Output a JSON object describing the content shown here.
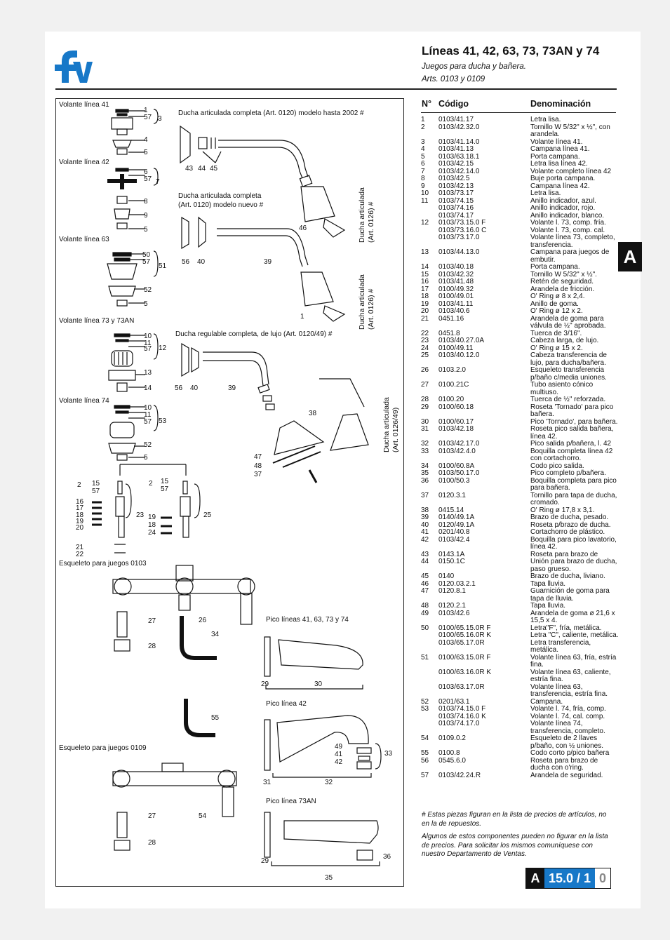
{
  "brand": {
    "logo_text": "fv",
    "color": "#1778c8"
  },
  "header": {
    "title": "Líneas 41, 42, 63, 73, 73AN y 74",
    "subtitle": "Juegos para ducha y bañera.",
    "articles": "Arts. 0103 y 0109"
  },
  "section_tab": "A",
  "diagram": {
    "labels": {
      "volante41": "Volante línea 41",
      "volante42": "Volante línea 42",
      "volante63": "Volante línea 63",
      "volante73": "Volante línea 73 y 73AN",
      "volante74": "Volante línea 74",
      "ducha_2002": "Ducha articulada completa (Art. 0120) modelo hasta 2002 #",
      "ducha_nuevo_1": "Ducha articulada completa",
      "ducha_nuevo_2": "(Art. 0120) modelo nuevo #",
      "ducha_regulable": "Ducha regulable completa, de lujo (Art. 0120/49) #",
      "esqueleto0103": "Esqueleto para juegos 0103",
      "esqueleto0109": "Esqueleto para juegos 0109",
      "pico41": "Pico líneas 41, 63, 73 y 74",
      "pico42": "Pico línea 42",
      "pico73an": "Pico línea 73AN",
      "vert1a": "Ducha articulada",
      "vert1b": "(Art. 0126) #",
      "vert2a": "Ducha articulada",
      "vert2b": "(Art. 0126) #",
      "vert3a": "Ducha articulada",
      "vert3b": "(Art. 0126/49)"
    }
  },
  "table": {
    "col_num": "N°",
    "col_code": "Código",
    "col_desc": "Denominación",
    "rows": [
      {
        "n": "1",
        "c": "0103/41.17",
        "d": "Letra lisa."
      },
      {
        "n": "2",
        "c": "0103/42.32.0",
        "d": "Tornillo W 5/32\" x ½\", con arandela."
      },
      {
        "n": "3",
        "c": "0103/41.14.0",
        "d": "Volante línea 41."
      },
      {
        "n": "4",
        "c": "0103/41.13",
        "d": "Campana línea 41."
      },
      {
        "n": "5",
        "c": "0103/63.18.1",
        "d": "Porta campana."
      },
      {
        "n": "6",
        "c": "0103/42.15",
        "d": "Letra lisa línea 42."
      },
      {
        "n": "7",
        "c": "0103/42.14.0",
        "d": "Volante completo línea 42"
      },
      {
        "n": "8",
        "c": "0103/42.5",
        "d": "Buje porta campana."
      },
      {
        "n": "9",
        "c": "0103/42.13",
        "d": "Campana línea 42."
      },
      {
        "n": "10",
        "c": "0103/73.17",
        "d": "Letra lisa."
      },
      {
        "n": "11",
        "c": "0103/74.15",
        "d": "Anillo indicador, azul."
      },
      {
        "n": "",
        "c": "0103/74.16",
        "d": "Anillo indicador, rojo."
      },
      {
        "n": "",
        "c": "0103/74.17",
        "d": "Anillo indicador, blanco."
      },
      {
        "n": "12",
        "c": "0103/73.15.0 F",
        "d": "Volante l. 73, comp. fría."
      },
      {
        "n": "",
        "c": "0103/73.16.0 C",
        "d": "Volante l. 73, comp. cal."
      },
      {
        "n": "",
        "c": "0103/73.17.0",
        "d": "Volante línea 73, completo, transferencia."
      },
      {
        "n": "13",
        "c": "0103/44.13.0",
        "d": "Campana para juegos de embutir."
      },
      {
        "n": "14",
        "c": "0103/40.18",
        "d": "Porta campana."
      },
      {
        "n": "15",
        "c": "0103/42.32",
        "d": "Tornillo W 5/32\" x ½\"."
      },
      {
        "n": "16",
        "c": "0103/41.48",
        "d": "Retén de seguridad."
      },
      {
        "n": "17",
        "c": "0100/49.32",
        "d": "Arandela de fricción."
      },
      {
        "n": "18",
        "c": "0100/49.01",
        "d": "O' Ring ø 8 x 2,4."
      },
      {
        "n": "19",
        "c": "0103/41.11",
        "d": "Anillo de goma."
      },
      {
        "n": "20",
        "c": "0103/40.6",
        "d": "O' Ring ø 12 x 2."
      },
      {
        "n": "21",
        "c": "0451.16",
        "d": "Arandela de goma para válvula de ½\" aprobada."
      },
      {
        "n": "22",
        "c": "0451.8",
        "d": "Tuerca de 3/16\"."
      },
      {
        "n": "23",
        "c": "0103/40.27.0A",
        "d": "Cabeza larga, de lujo."
      },
      {
        "n": "24",
        "c": "0100/49.11",
        "d": "O' Ring ø 15 x 2."
      },
      {
        "n": "25",
        "c": "0103/40.12.0",
        "d": "Cabeza transferencia de lujo, para ducha/bañera."
      },
      {
        "n": "26",
        "c": "0103.2.0",
        "d": "Esqueleto transferencia p/baño c/media uniones."
      },
      {
        "n": "27",
        "c": "0100.21C",
        "d": "Tubo asiento cónico multiuso."
      },
      {
        "n": "28",
        "c": "0100.20",
        "d": "Tuerca de ½\" reforzada."
      },
      {
        "n": "29",
        "c": "0100/60.18",
        "d": "Roseta 'Tornado' para pico bañera."
      },
      {
        "n": "30",
        "c": "0100/60.17",
        "d": "Pico 'Tornado', para bañera."
      },
      {
        "n": "31",
        "c": "0103/42.18",
        "d": "Roseta pico salida bañera, línea 42."
      },
      {
        "n": "32",
        "c": "0103/42.17.0",
        "d": "Pico salida p/bañera, l. 42"
      },
      {
        "n": "33",
        "c": "0103/42.4.0",
        "d": "Boquilla completa línea 42 con cortachorro."
      },
      {
        "n": "34",
        "c": "0100/60.8A",
        "d": "Codo pico salida."
      },
      {
        "n": "35",
        "c": "0103/50.17.0",
        "d": "Pico completo p/bañera."
      },
      {
        "n": "36",
        "c": "0100/50.3",
        "d": "Boquilla completa para pico para bañera."
      },
      {
        "n": "37",
        "c": "0120.3.1",
        "d": "Tornillo para tapa de ducha, cromado."
      },
      {
        "n": "38",
        "c": "0415.14",
        "d": "O' Ring ø 17,8 x 3,1."
      },
      {
        "n": "39",
        "c": "0140/49.1A",
        "d": "Brazo de ducha, pesado."
      },
      {
        "n": "40",
        "c": "0120/49.1A",
        "d": "Roseta p/brazo de ducha."
      },
      {
        "n": "41",
        "c": "0201/40.8",
        "d": "Cortachorro de plástico."
      },
      {
        "n": "42",
        "c": "0103/42.4",
        "d": "Boquilla para pico lavatorio, línea 42."
      },
      {
        "n": "43",
        "c": "0143.1A",
        "d": "Roseta para brazo de"
      },
      {
        "n": "44",
        "c": "0150.1C",
        "d": "Unión para brazo de ducha, paso grueso."
      },
      {
        "n": "45",
        "c": "0140",
        "d": "Brazo de ducha, liviano."
      },
      {
        "n": "46",
        "c": "0120.03.2.1",
        "d": "Tapa lluvia."
      },
      {
        "n": "47",
        "c": "0120.8.1",
        "d": "Guarnición de goma para tapa de lluvia."
      },
      {
        "n": "48",
        "c": "0120.2.1",
        "d": "Tapa lluvia."
      },
      {
        "n": "49",
        "c": "0103/42.6",
        "d": "Arandela de goma ø 21,6 x 15,5 x 4."
      },
      {
        "n": "50",
        "c": "0100/65.15.0R F",
        "d": "Letra\"F\", fría, metálica."
      },
      {
        "n": "",
        "c": "0100/65.16.0R K",
        "d": "Letra \"C\", caliente, metálica."
      },
      {
        "n": "",
        "c": "0103/65.17.0R",
        "d": "Letra transferencia, metálica."
      },
      {
        "n": "51",
        "c": "0100/63.15.0R F",
        "d": "Volante línea 63, fría, estría fina."
      },
      {
        "n": "",
        "c": "0100/63.16.0R K",
        "d": "Volante línea 63, caliente, estría fina."
      },
      {
        "n": "",
        "c": "0103/63.17.0R",
        "d": "Volante línea 63, transferencia, estría fina."
      },
      {
        "n": "52",
        "c": "0201/63.1",
        "d": "Campana."
      },
      {
        "n": "53",
        "c": "0103/74.15.0 F",
        "d": "Volante l. 74, fría, comp."
      },
      {
        "n": "",
        "c": "0103/74.16.0 K",
        "d": "Volante l. 74, cal. comp."
      },
      {
        "n": "",
        "c": "0103/74.17.0",
        "d": "Volante línea 74, transferencia, completo."
      },
      {
        "n": "54",
        "c": "0109.0.2",
        "d": "Esqueleto de 2 llaves p/baño, con ½ uniones."
      },
      {
        "n": "55",
        "c": "0100.8",
        "d": "Codo corto p/pico bañera"
      },
      {
        "n": "56",
        "c": "0545.6.0",
        "d": "Roseta para brazo de ducha con o'ring."
      },
      {
        "n": "57",
        "c": "0103/42.24.R",
        "d": "Arandela de seguridad."
      }
    ]
  },
  "notes": {
    "note1": "# Estas piezas figuran en la lista de precios de artículos, no en la de repuestos.",
    "note2": "Algunos de estos componentes pueden no figurar en la lista de precios. Para solicitar los mismos comuníquese con nuestro Departamento de Ventas."
  },
  "page_number": {
    "section": "A",
    "page": "15.0 / 1",
    "suffix": "0"
  }
}
